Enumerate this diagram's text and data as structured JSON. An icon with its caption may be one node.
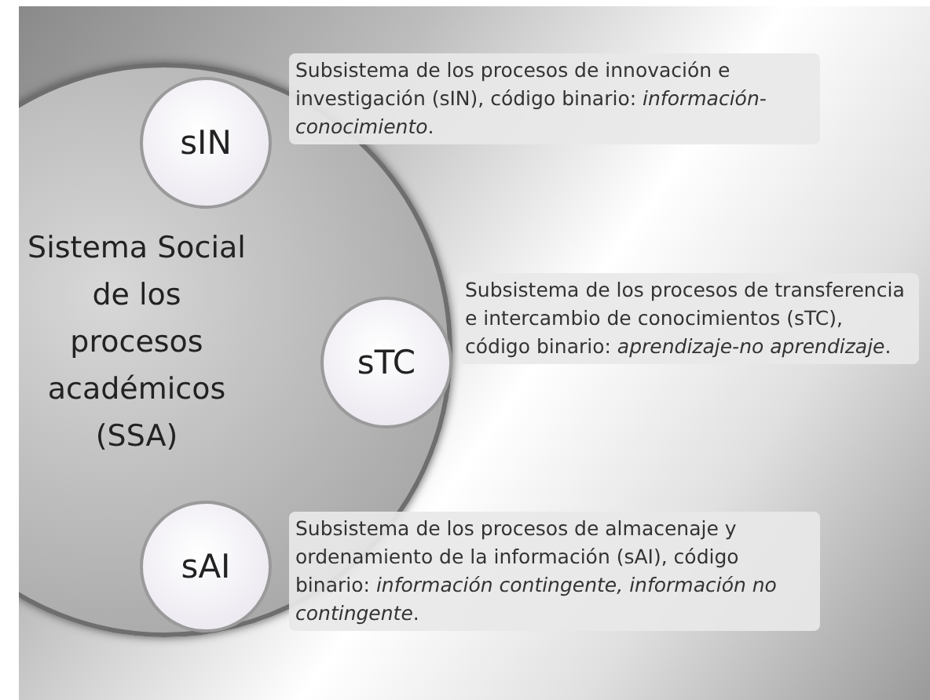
{
  "diagram": {
    "nodes": [
      {
        "text": [
          "Sistema Social de los procesos académicos (SSA)"
        ]
      },
      {
        "text": [
          "sIN"
        ],
        "in": 0,
        "beside": [
          "Subsistema de los procesos de innovación e investigación (sIN), código binario: *información-conocimiento*."
        ]
      },
      {
        "text": [
          "sTC"
        ],
        "in": 0,
        "beside": [
          "Subsistema de los procesos de transferencia e intercambio de conocimientos (sTC), código binario: *aprendizaje-no aprendizaje*."
        ]
      },
      {
        "text": [
          "sAI"
        ],
        "in": 0,
        "beside": [
          "Subsistema de los procesos de almacenaje y ordenamiento de la información (sAI), código binario: *información contingente, información no contingente*."
        ]
      }
    ],
    "edges": []
  }
}
